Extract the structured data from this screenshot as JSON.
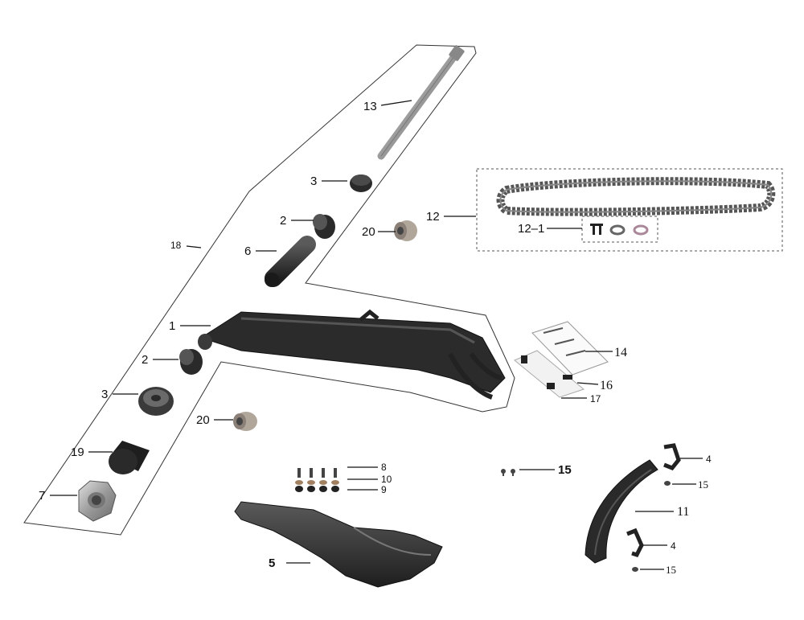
{
  "callouts": {
    "c1": "1",
    "c2a": "2",
    "c2b": "2",
    "c3a": "3",
    "c3b": "3",
    "c4a": "4",
    "c4b": "4",
    "c5": "5",
    "c6": "6",
    "c7": "7",
    "c8": "8",
    "c9": "9",
    "c10": "10",
    "c11": "11",
    "c12": "12",
    "c12_1": "12–1",
    "c13": "13",
    "c14": "14",
    "c15a": "15",
    "c15b": "15",
    "c15c": "15",
    "c16": "16",
    "c17": "17",
    "c18": "18",
    "c19": "19",
    "c20a": "20",
    "c20b": "20"
  },
  "colors": {
    "part_dark": "#2a2a2a",
    "part_mid": "#555555",
    "metal": "#9a9a9a",
    "metal_light": "#c8c8c8",
    "line": "#111111"
  }
}
